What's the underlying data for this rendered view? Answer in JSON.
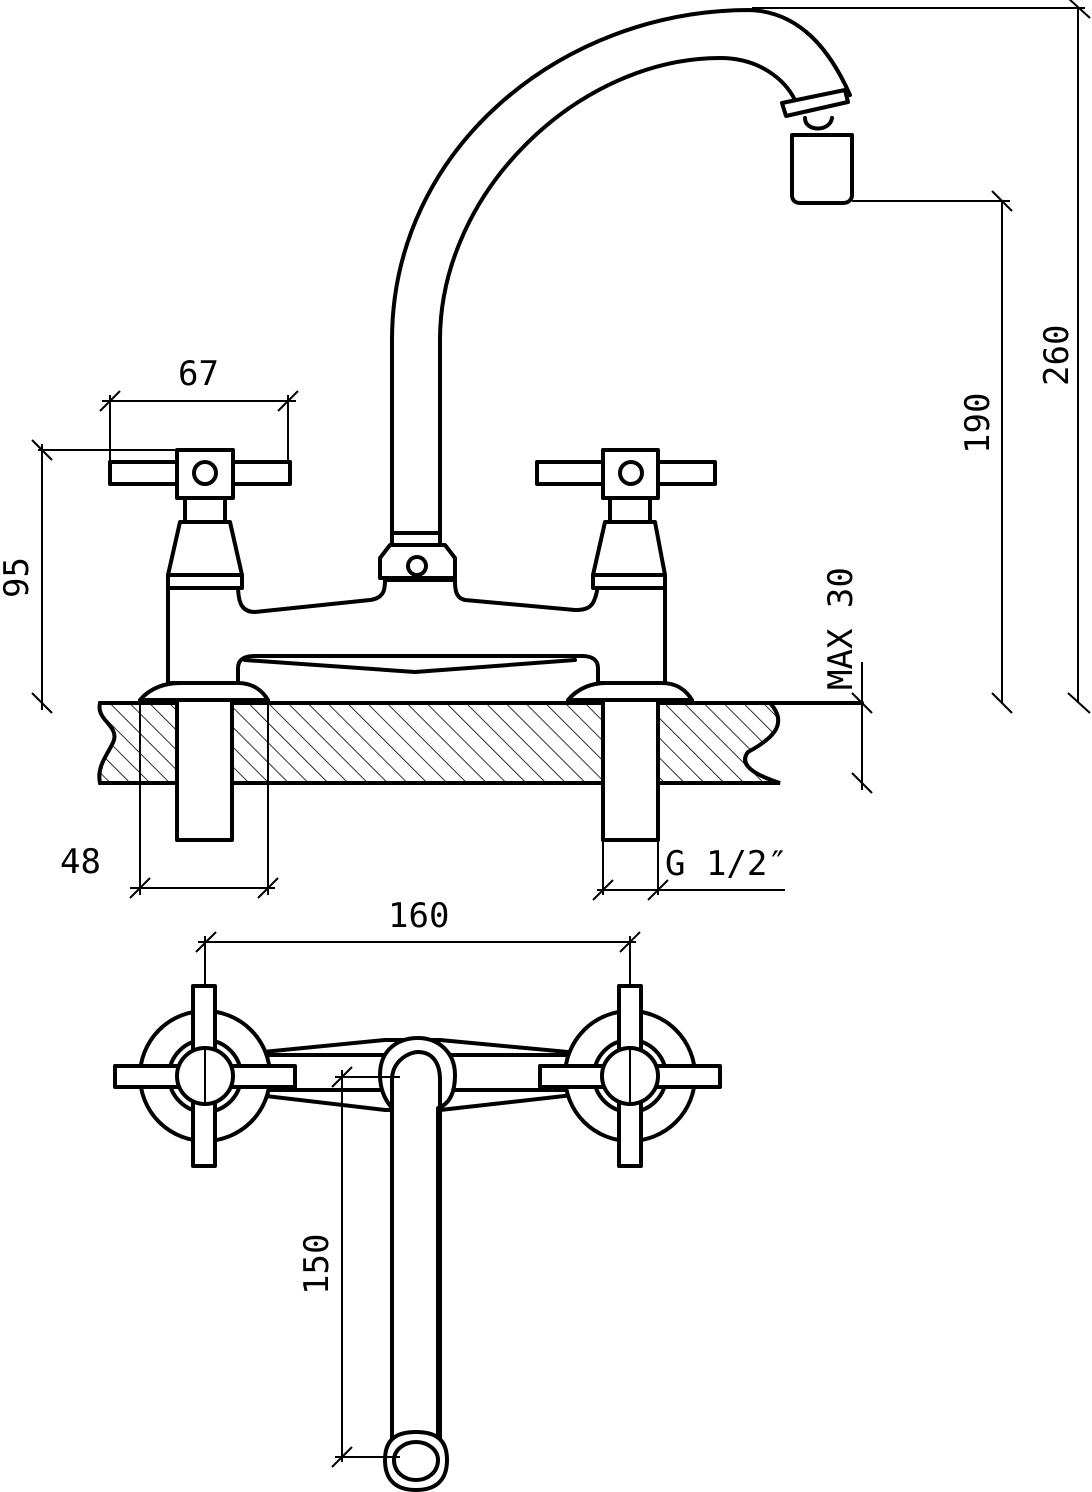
{
  "drawing": {
    "type": "technical-dimension-drawing",
    "line_color": "#000000",
    "background": "#ffffff"
  },
  "dimensions": {
    "spout_height": "260",
    "outlet_height": "190",
    "handle_width": "67",
    "tap_height": "95",
    "max_deck_thickness": "MAX 30",
    "shank_width": "48",
    "thread": "G 1/2″",
    "tap_spacing": "160",
    "spout_reach": "150"
  }
}
